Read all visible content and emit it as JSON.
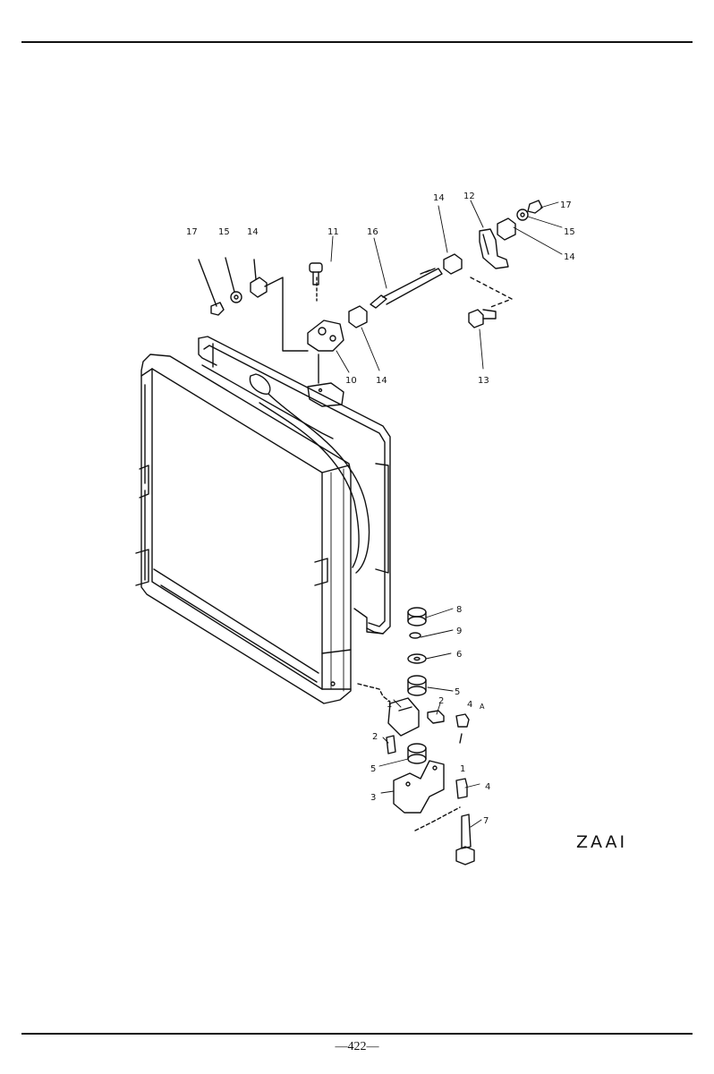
{
  "footer": {
    "page_number": "—422—"
  },
  "diagram": {
    "code": "ZAAI",
    "callouts": [
      {
        "id": "c17a",
        "label": "17"
      },
      {
        "id": "c15a",
        "label": "15"
      },
      {
        "id": "c14a",
        "label": "14"
      },
      {
        "id": "c11",
        "label": "11"
      },
      {
        "id": "c16",
        "label": "16"
      },
      {
        "id": "c14b",
        "label": "14"
      },
      {
        "id": "c12",
        "label": "12"
      },
      {
        "id": "c17b",
        "label": "17"
      },
      {
        "id": "c15b",
        "label": "15"
      },
      {
        "id": "c14c",
        "label": "14"
      },
      {
        "id": "c10",
        "label": "10"
      },
      {
        "id": "c14d",
        "label": "14"
      },
      {
        "id": "c13",
        "label": "13"
      },
      {
        "id": "c8",
        "label": "8"
      },
      {
        "id": "c9",
        "label": "9"
      },
      {
        "id": "c6",
        "label": "6"
      },
      {
        "id": "c5a",
        "label": "5"
      },
      {
        "id": "c1a",
        "label": "1"
      },
      {
        "id": "c2a",
        "label": "2"
      },
      {
        "id": "c4a",
        "label": "4"
      },
      {
        "id": "cA",
        "label": "A"
      },
      {
        "id": "c2b",
        "label": "2"
      },
      {
        "id": "c5b",
        "label": "5"
      },
      {
        "id": "c1b",
        "label": "1"
      },
      {
        "id": "c4b",
        "label": "4"
      },
      {
        "id": "c3",
        "label": "3"
      },
      {
        "id": "c7",
        "label": "7"
      }
    ]
  }
}
